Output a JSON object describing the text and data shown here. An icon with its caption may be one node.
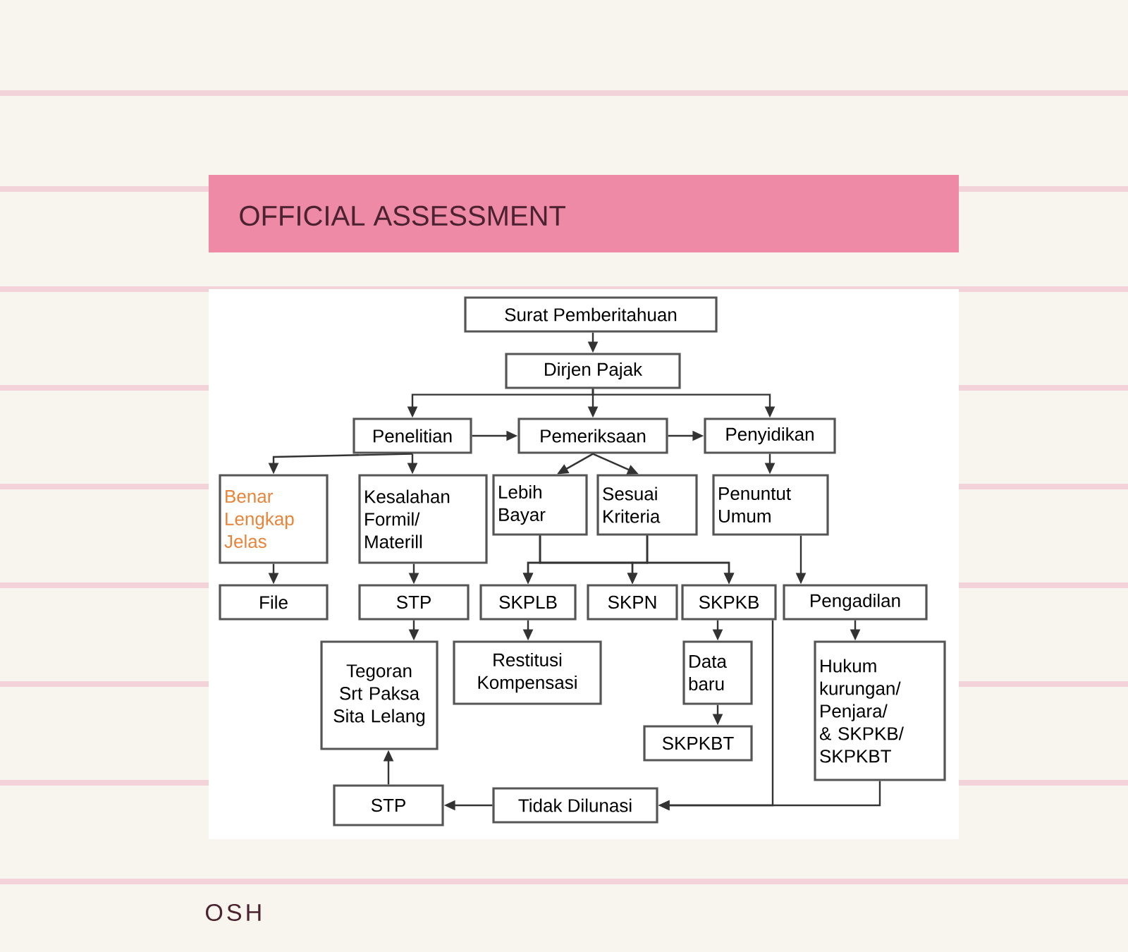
{
  "diagram": {
    "title": "OFFICIAL ASSESSMENT",
    "nodes": [
      {
        "text": [
          "Surat Pemberitahuan"
        ]
      },
      {
        "text": [
          "Dirjen Pajak"
        ]
      },
      {
        "text": [
          "Penelitian"
        ]
      },
      {
        "text": [
          "Pemeriksaan"
        ]
      },
      {
        "text": [
          "Penyidikan"
        ]
      },
      {
        "text": [
          "Benar Lengkap Jelas"
        ]
      },
      {
        "text": [
          "Kesalahan Formil/ Materill"
        ]
      },
      {
        "text": [
          "Lebih Bayar"
        ]
      },
      {
        "text": [
          "Sesuai Kriteria"
        ]
      },
      {
        "text": [
          "Penuntut Umum"
        ]
      },
      {
        "text": [
          "File"
        ]
      },
      {
        "text": [
          "STP"
        ]
      },
      {
        "text": [
          "SKPLB"
        ]
      },
      {
        "text": [
          "SKPN"
        ]
      },
      {
        "text": [
          "SKPKB"
        ]
      },
      {
        "text": [
          "Pengadilan"
        ]
      },
      {
        "text": [
          "Tegoran Srt Paksa Sita Lelang"
        ]
      },
      {
        "text": [
          "Restitusi Kompensasi"
        ]
      },
      {
        "text": [
          "Data baru"
        ]
      },
      {
        "text": [
          "SKPKBT"
        ]
      },
      {
        "text": [
          "Hukum kurungan/ Penjara/ & SKPKB/ SKPKBT"
        ]
      },
      {
        "text": [
          "STP"
        ]
      },
      {
        "text": [
          "Tidak Dilunasi"
        ]
      }
    ],
    "edges": [
      {
        "from": 0,
        "to": 1,
        "arrow": "to"
      },
      {
        "from": 1,
        "to": 2,
        "arrow": "to"
      },
      {
        "from": 1,
        "to": 3,
        "arrow": "to"
      },
      {
        "from": 1,
        "to": 4,
        "arrow": "to"
      },
      {
        "from": 2,
        "to": 3,
        "arrow": "to"
      },
      {
        "from": 3,
        "to": 4,
        "arrow": "to"
      },
      {
        "from": 2,
        "to": 5,
        "arrow": "to"
      },
      {
        "from": 2,
        "to": 6,
        "arrow": "to"
      },
      {
        "from": 3,
        "to": 7,
        "arrow": "to"
      },
      {
        "from": 3,
        "to": 8,
        "arrow": "to"
      },
      {
        "from": 4,
        "to": 9,
        "arrow": "to"
      },
      {
        "from": 5,
        "to": 10,
        "arrow": "to"
      },
      {
        "from": 6,
        "to": 11,
        "arrow": "to"
      },
      {
        "from": 7,
        "to": 12,
        "arrow": "to"
      },
      {
        "from": 7,
        "to": 13,
        "arrow": "to"
      },
      {
        "from": 7,
        "to": 14,
        "arrow": "to"
      },
      {
        "from": 8,
        "to": 12,
        "arrow": "to"
      },
      {
        "from": 8,
        "to": 13,
        "arrow": "to"
      },
      {
        "from": 8,
        "to": 14,
        "arrow": "to"
      },
      {
        "from": 9,
        "to": 15,
        "arrow": "to"
      },
      {
        "from": 11,
        "to": 16,
        "arrow": "to"
      },
      {
        "from": 12,
        "to": 17,
        "arrow": "to"
      },
      {
        "from": 14,
        "to": 18,
        "arrow": "to"
      },
      {
        "from": 18,
        "to": 19,
        "arrow": "to"
      },
      {
        "from": 15,
        "to": 20,
        "arrow": "to"
      },
      {
        "from": 21,
        "to": 16,
        "arrow": "to"
      },
      {
        "from": 22,
        "to": 21,
        "arrow": "to"
      },
      {
        "from": 14,
        "to": 22,
        "arrow": "to"
      },
      {
        "from": 20,
        "to": 22,
        "arrow": "to"
      }
    ],
    "labels": [
      "OSH"
    ]
  }
}
